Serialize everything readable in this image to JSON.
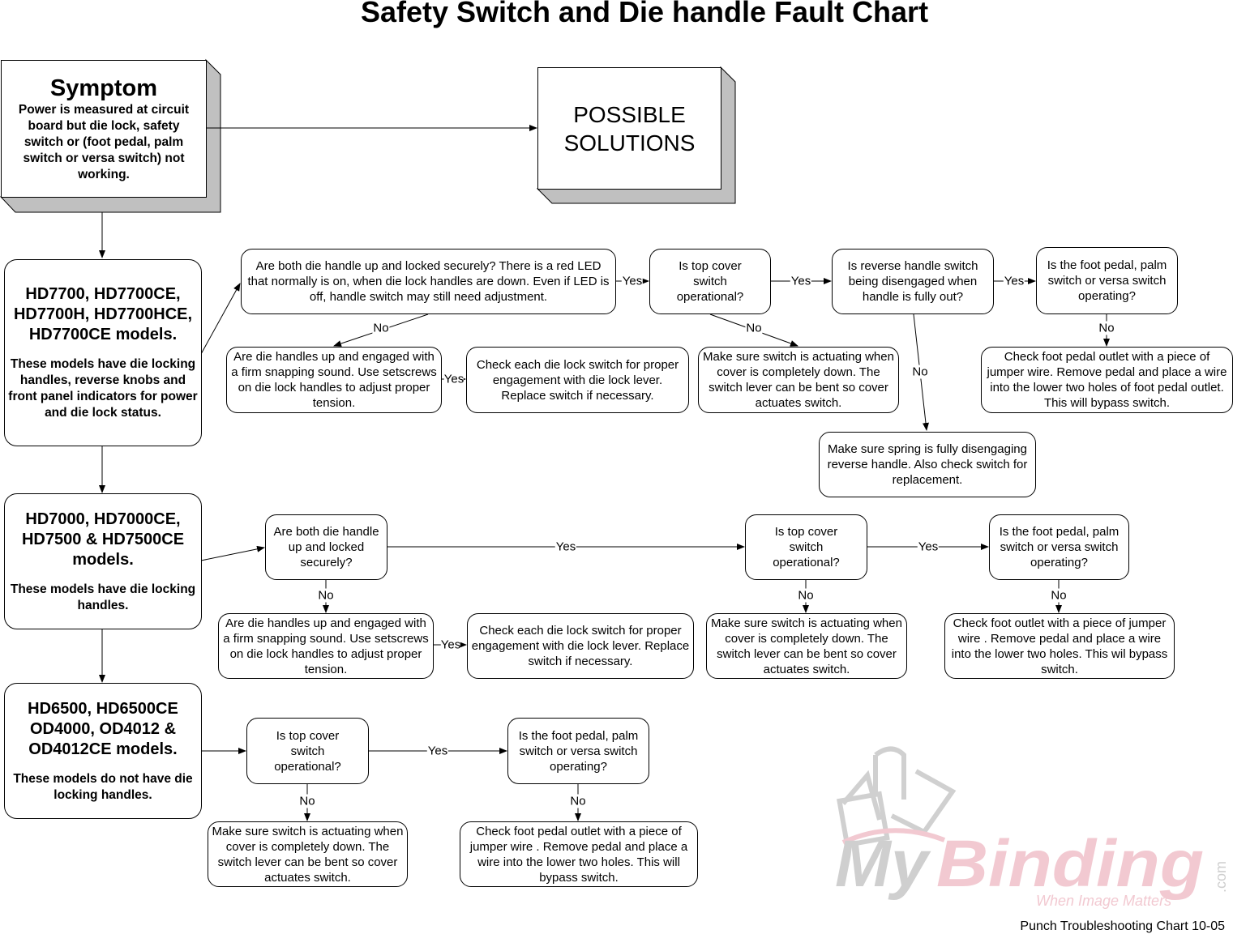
{
  "title": "Safety Switch and Die handle Fault Chart",
  "symptom": {
    "heading": "Symptom",
    "text": "Power is measured at circuit board but die lock, safety switch or (foot pedal, palm switch or versa switch) not working."
  },
  "solutions_header": "POSSIBLE SOLUTIONS",
  "models": [
    {
      "title": "HD7700, HD7700CE, HD7700H, HD7700HCE, HD7700CE models.",
      "desc": "These models  have die locking handles, reverse knobs and  front panel indicators for power and die lock status."
    },
    {
      "title": "HD7000, HD7000CE, HD7500 & HD7500CE models.",
      "desc": "These models  have die locking handles."
    },
    {
      "title": "HD6500, HD6500CE OD4000, OD4012 & OD4012CE models.",
      "desc": "These models do not have die locking handles."
    }
  ],
  "row1": {
    "q_handle": "Are both die handle up and locked securely? There is a red LED that normally is on, when die lock handles are down. Even if LED is off, handle switch may still need adjustment.",
    "q_cover": "Is  top cover switch operational?",
    "q_reverse": "Is reverse handle switch being disengaged when handle is fully out?",
    "q_pedal": "Is the foot pedal, palm switch or versa switch operating?",
    "s_engaged": "Are die handles up and engaged with a firm snapping sound. Use setscrews on die lock handles to adjust proper tension.",
    "s_check_lock": "Check each die lock switch for proper engagement with die lock lever. Replace switch if necessary.",
    "s_cover": "Make sure switch is actuating when cover is completely down. The switch lever can be bent so cover actuates switch.",
    "s_pedal": "Check foot pedal outlet with a piece of jumper wire. Remove pedal and place a wire into the lower  two  holes of foot pedal outlet. This will bypass switch.",
    "s_spring": "Make sure spring is fully disengaging reverse handle. Also check switch for replacement."
  },
  "row2": {
    "q_handle": "Are both die handle up and locked securely?",
    "q_cover": "Is  top cover switch operational?",
    "q_pedal": "Is the foot pedal, palm switch or versa switch operating?",
    "s_engaged": "Are die handles up and engaged with a firm snapping sound. Use setscrews on die lock handles to adjust proper tension.",
    "s_check_lock": "Check each die lock switch for proper engagement with die lock lever. Replace switch if necessary.",
    "s_cover": "Make sure switch is actuating when cover is completely down. The switch lever can be bent so cover actuates switch.",
    "s_pedal": "Check foot outlet with a piece of jumper wire . Remove pedal and place a wire into the lower  two holes. This wil bypass switch."
  },
  "row3": {
    "q_cover": "Is  top cover switch operational?",
    "q_pedal": "Is the foot pedal, palm switch or versa switch operating?",
    "s_cover": "Make sure switch is actuating when cover is completely down. The switch lever can be bent so cover actuates switch.",
    "s_pedal": "Check foot pedal outlet with a piece of jumper wire . Remove pedal and place a wire into the lower  two holes. This will bypass switch."
  },
  "labels": {
    "yes": "Yes",
    "no": "No"
  },
  "watermark": {
    "brand": "MyBinding",
    "suffix": ".com",
    "tagline": "When Image Matters"
  },
  "footer": "Punch Troubleshooting Chart 10-05",
  "colors": {
    "shadow": "#c0c0c0",
    "watermark_gray": "#cfcfcf",
    "watermark_pink": "#f2c9d1"
  }
}
